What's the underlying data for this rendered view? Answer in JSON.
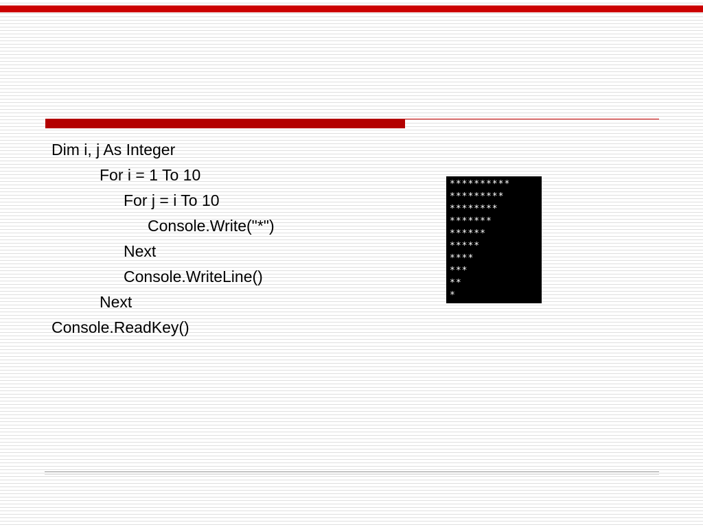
{
  "slide": {
    "colors": {
      "top_bar_red": "#cc0000",
      "rule_red": "#b30000",
      "rule_line_red": "#cc0000",
      "console_background": "#000000",
      "console_text": "#ffffff",
      "code_text": "#000000"
    }
  },
  "code": {
    "lines": [
      {
        "indent": 0,
        "text": "Dim i, j As Integer"
      },
      {
        "indent": 2,
        "text": "For i = 1 To 10"
      },
      {
        "indent": 3,
        "text": "For j = i To 10"
      },
      {
        "indent": 4,
        "text": "Console.Write(\"*\")"
      },
      {
        "indent": 3,
        "text": "Next"
      },
      {
        "indent": 3,
        "text": "Console.WriteLine()"
      },
      {
        "indent": 2,
        "text": "Next"
      },
      {
        "indent": 0,
        "text": "Console.ReadKey()"
      }
    ]
  },
  "console_output": {
    "lines": [
      "**********",
      "*********",
      "********",
      "*******",
      "******",
      "*****",
      "****",
      "***",
      "**",
      "*"
    ]
  }
}
